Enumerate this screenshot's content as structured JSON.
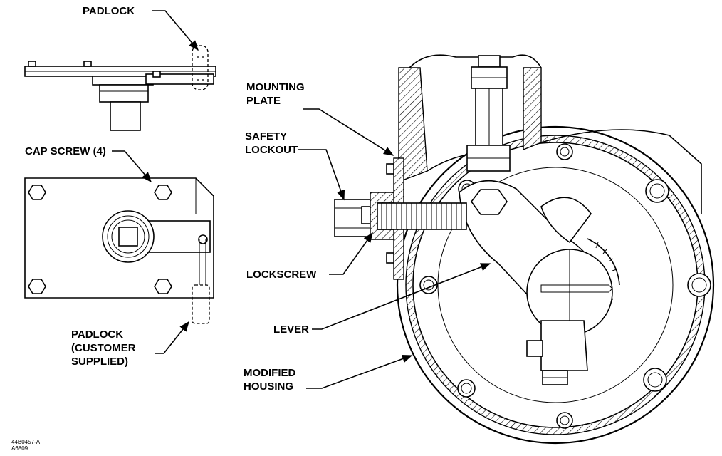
{
  "labels": {
    "padlock_top": "PADLOCK",
    "cap_screw": "CAP SCREW (4)",
    "padlock_customer_1": "PADLOCK",
    "padlock_customer_2": "(CUSTOMER",
    "padlock_customer_3": "SUPPLIED)",
    "mounting_plate_1": "MOUNTING",
    "mounting_plate_2": "PLATE",
    "safety_lockout_1": "SAFETY",
    "safety_lockout_2": "LOCKOUT",
    "lockscrew": "LOCKSCREW",
    "lever": "LEVER",
    "modified_housing_1": "MODIFIED",
    "modified_housing_2": "HOUSING"
  },
  "drawing_code": {
    "line1": "44B0457-A",
    "line2": "A6809"
  }
}
